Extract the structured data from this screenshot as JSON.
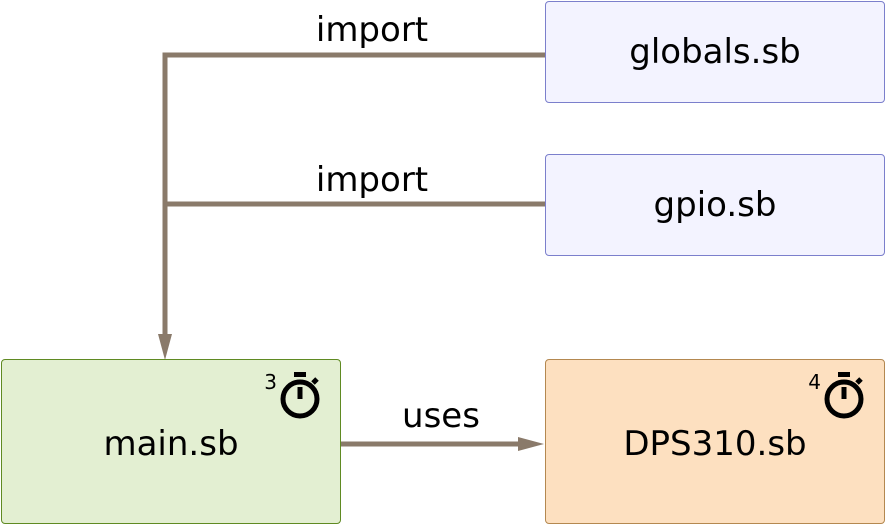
{
  "nodes": {
    "globals": {
      "label": "globals.sb",
      "fill": "#f3f3ff",
      "stroke": "#7b7fcc"
    },
    "gpio": {
      "label": "gpio.sb",
      "fill": "#f3f3ff",
      "stroke": "#7b7fcc"
    },
    "main": {
      "label": "main.sb",
      "fill": "#e3efd2",
      "stroke": "#5f8a22",
      "timer_count": "3",
      "timer_icon": "stopwatch-icon"
    },
    "dps310": {
      "label": "DPS310.sb",
      "fill": "#fde0c0",
      "stroke": "#b48850",
      "timer_count": "4",
      "timer_icon": "stopwatch-icon"
    }
  },
  "edges": {
    "import_globals": {
      "label": "import"
    },
    "import_gpio": {
      "label": "import"
    },
    "uses": {
      "label": "uses"
    }
  },
  "colors": {
    "edge": "#8a7a6a"
  }
}
